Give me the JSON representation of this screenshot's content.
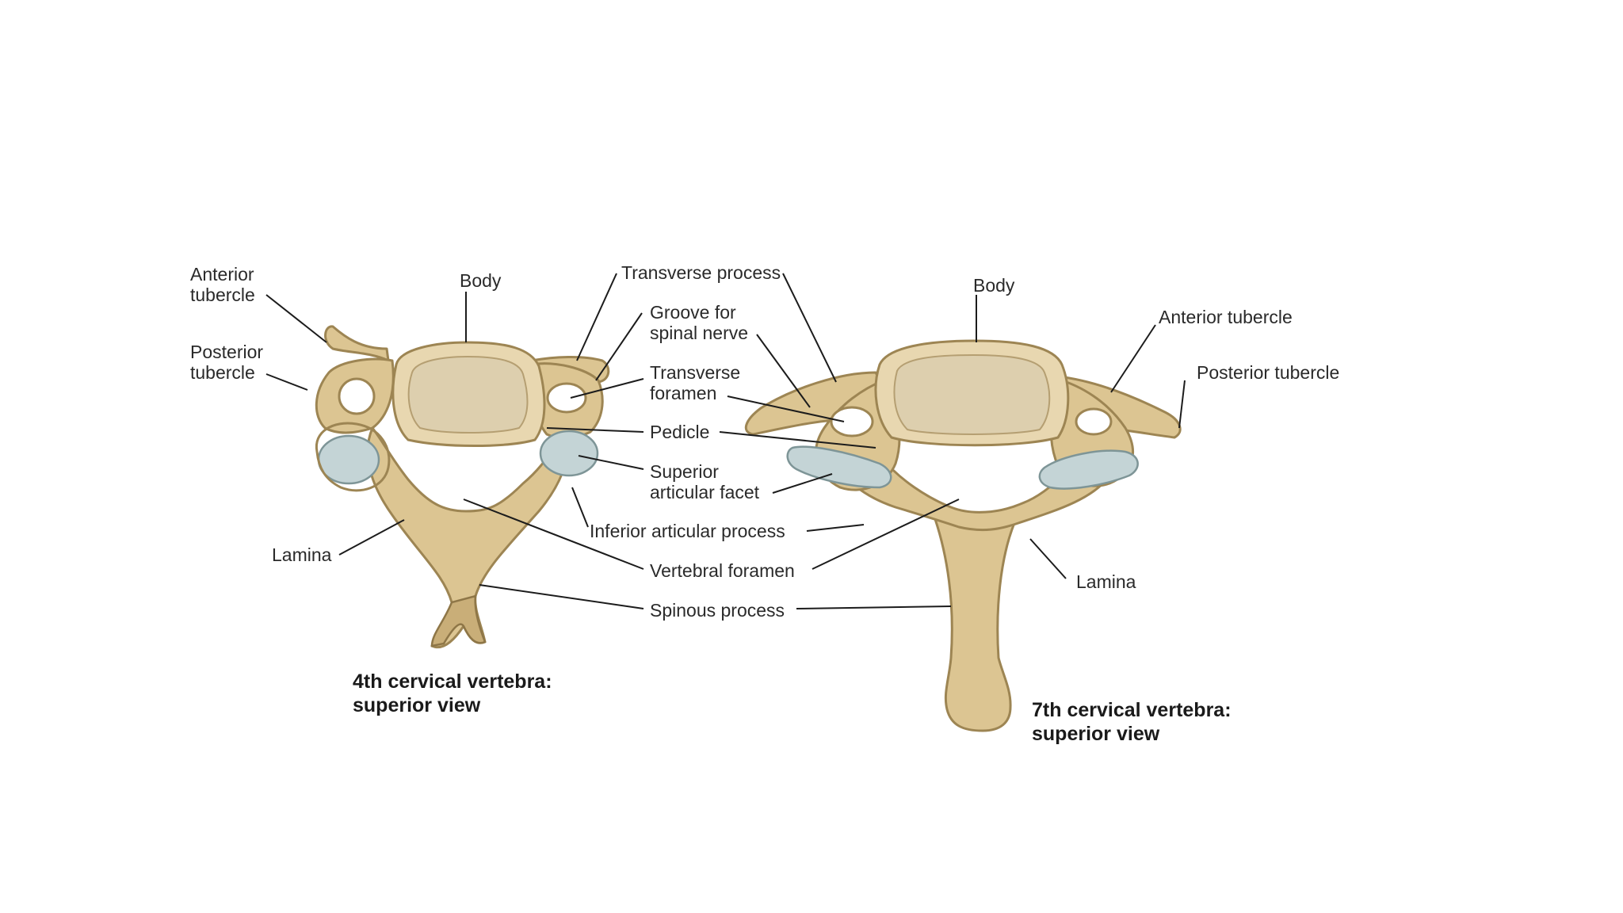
{
  "c4": {
    "caption_line1": "4th cervical vertebra:",
    "caption_line2": "superior view",
    "labels": {
      "anterior_tubercle_1": "Anterior",
      "anterior_tubercle_2": "tubercle",
      "posterior_tubercle_1": "Posterior",
      "posterior_tubercle_2": "tubercle",
      "body": "Body",
      "lamina": "Lamina"
    }
  },
  "shared_labels": {
    "transverse_process": "Transverse process",
    "groove_1": "Groove for",
    "groove_2": "spinal nerve",
    "transverse_foramen_1": "Transverse",
    "transverse_foramen_2": "foramen",
    "pedicle": "Pedicle",
    "superior_facet_1": "Superior",
    "superior_facet_2": "articular facet",
    "inferior_process": "Inferior articular process",
    "vertebral_foramen": "Vertebral foramen",
    "spinous_process": "Spinous process"
  },
  "c7": {
    "caption_line1": "7th cervical vertebra:",
    "caption_line2": "superior view",
    "labels": {
      "body": "Body",
      "anterior_tubercle": "Anterior tubercle",
      "posterior_tubercle": "Posterior tubercle",
      "lamina": "Lamina"
    }
  },
  "colors": {
    "bone": "#dcc592",
    "facet": "#c4d4d6",
    "leader": "#1c1c1c"
  }
}
